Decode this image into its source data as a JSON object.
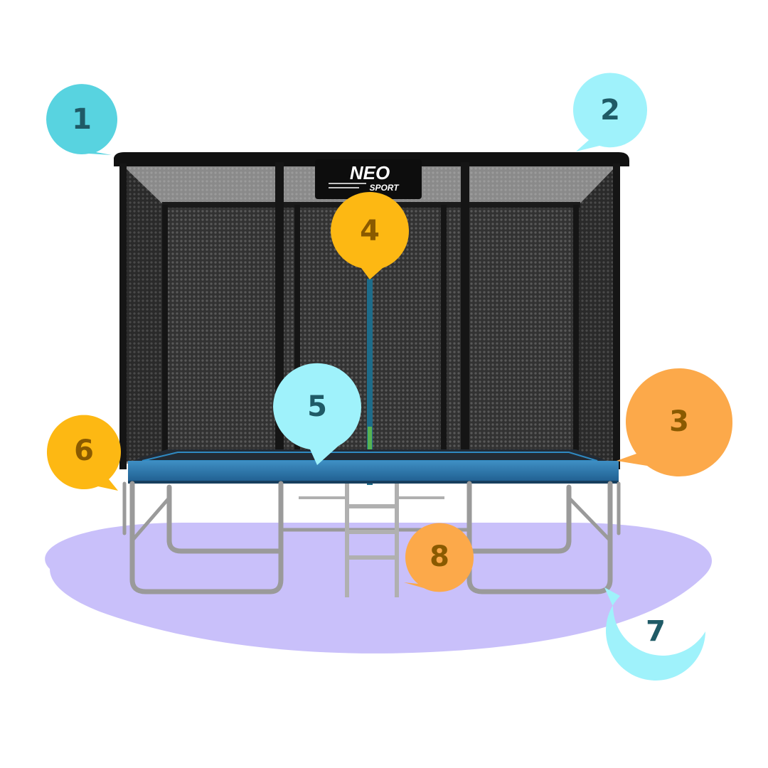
{
  "brand": {
    "logo_top": "NEO",
    "logo_bottom": "SPORT"
  },
  "colors": {
    "cyan": "#58d3e0",
    "light_cyan": "#9ff2fb",
    "yellow": "#fdb813",
    "orange": "#fca94a",
    "ground": "#c6bdfa",
    "net": "#1c1c1c",
    "mat_edge": "#2a77b0",
    "frame": "#9a9a9a",
    "num_dark_teal": "#1f5a66",
    "num_brown": "#8a5a00"
  },
  "callouts": [
    {
      "label": "1",
      "color_key": "cyan",
      "text_key": "num_dark_teal"
    },
    {
      "label": "2",
      "color_key": "light_cyan",
      "text_key": "num_dark_teal"
    },
    {
      "label": "3",
      "color_key": "orange",
      "text_key": "num_brown"
    },
    {
      "label": "4",
      "color_key": "yellow",
      "text_key": "num_brown"
    },
    {
      "label": "5",
      "color_key": "light_cyan",
      "text_key": "num_dark_teal"
    },
    {
      "label": "6",
      "color_key": "yellow",
      "text_key": "num_brown"
    },
    {
      "label": "7",
      "color_key": "light_cyan",
      "text_key": "num_dark_teal"
    },
    {
      "label": "8",
      "color_key": "orange",
      "text_key": "num_brown"
    }
  ]
}
